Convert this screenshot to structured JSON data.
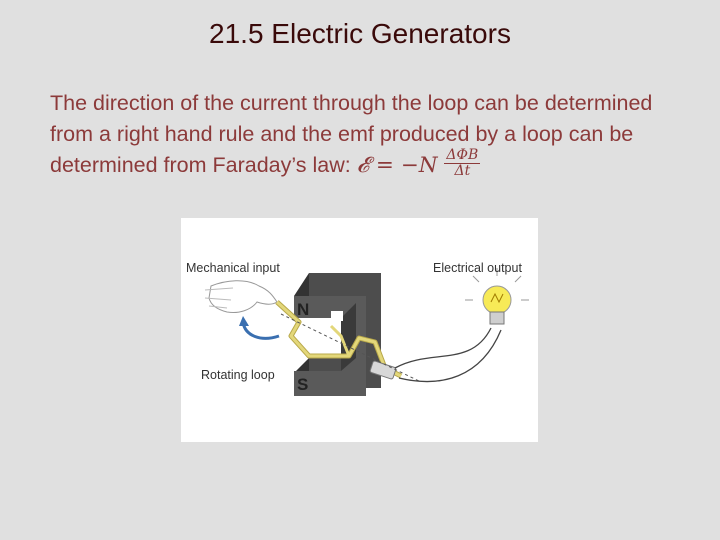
{
  "slide": {
    "title": "21.5 Electric Generators",
    "body": {
      "text": "The direction of the current through the loop can be determined from a right hand rule and the emf produced by a loop can be determined from Faraday’s law: ",
      "formula_lhs": "𝓔 = −N",
      "formula_num": "ΔΦB",
      "formula_den": "Δt"
    },
    "figure": {
      "label_mechanical": "Mechanical input",
      "label_electrical": "Electrical output",
      "label_rotating": "Rotating loop",
      "pole_north": "N",
      "pole_south": "S"
    }
  },
  "colors": {
    "background": "#e0e0e0",
    "title": "#3a0a0a",
    "body_text": "#8c3a3a",
    "magnet": "#4d4d4d",
    "loop": "#e3d77a",
    "arrow": "#3a6fb0",
    "bulb": "#f7ea57"
  },
  "icons": [
    "hand-icon",
    "rotation-arrow-icon",
    "light-bulb-icon",
    "magnet-icon",
    "wire-loop-icon"
  ]
}
